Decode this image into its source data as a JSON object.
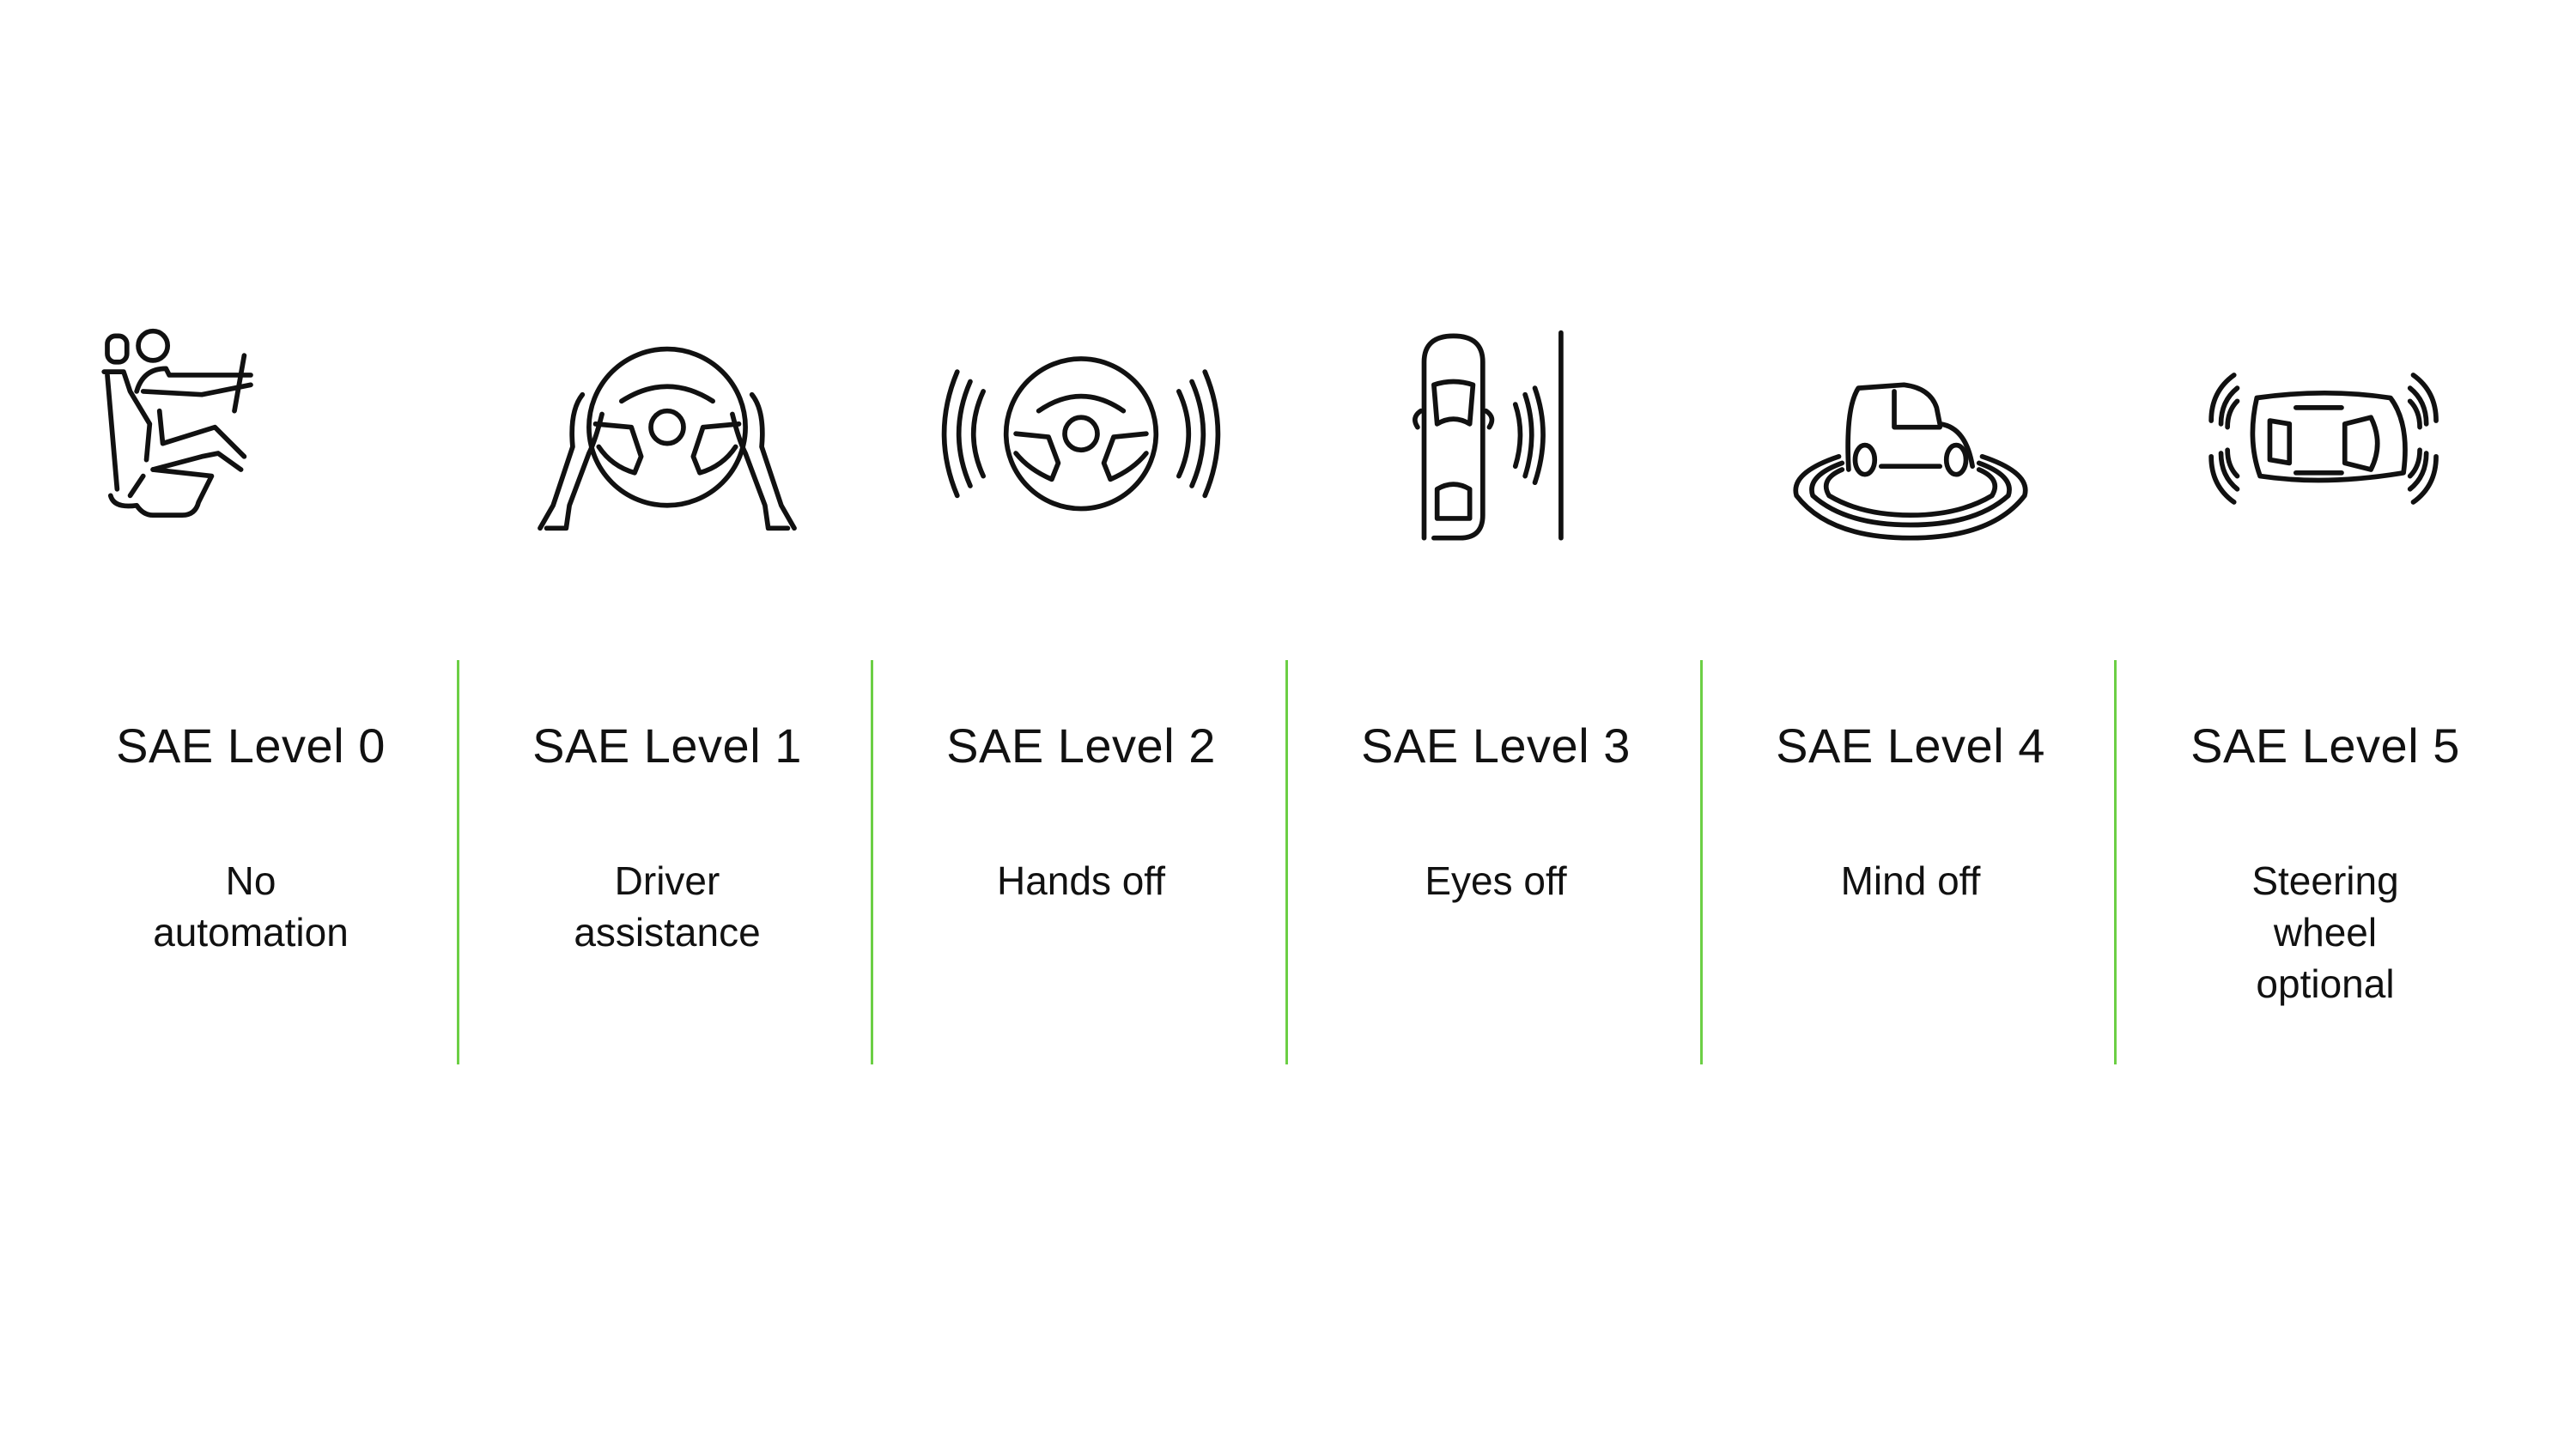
{
  "accent_color": "#6ccf45",
  "levels": [
    {
      "title": "SAE Level 0",
      "lines": [
        "No",
        "automation"
      ],
      "icon": "driver-seated-icon"
    },
    {
      "title": "SAE Level 1",
      "lines": [
        "Driver",
        "assistance"
      ],
      "icon": "hands-on-steering-wheel-icon"
    },
    {
      "title": "SAE Level 2",
      "lines": [
        "Hands off"
      ],
      "icon": "steering-wheel-waves-icon"
    },
    {
      "title": "SAE Level 3",
      "lines": [
        "Eyes off"
      ],
      "icon": "car-top-view-sensor-icon"
    },
    {
      "title": "SAE Level 4",
      "lines": [
        "Mind off"
      ],
      "icon": "car-with-rings-icon"
    },
    {
      "title": "SAE Level 5",
      "lines": [
        "Steering",
        "wheel",
        "optional"
      ],
      "icon": "car-top-view-all-sensors-icon"
    }
  ]
}
